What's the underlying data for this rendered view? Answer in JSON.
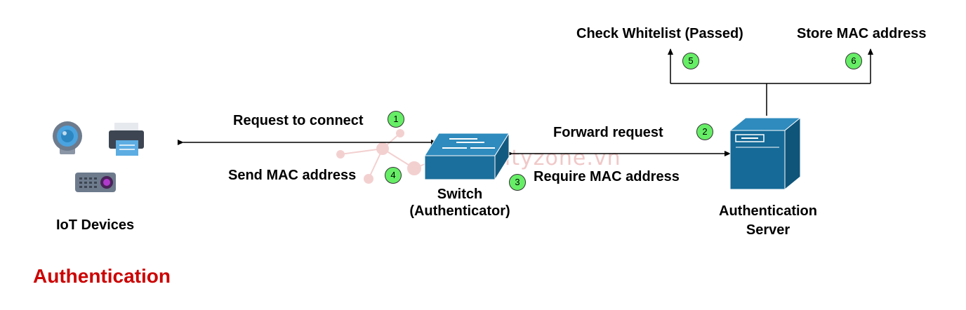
{
  "watermark": "securityzone.vn",
  "title": "Authentication",
  "nodes": {
    "iot": "IoT Devices",
    "switch_line1": "Switch",
    "switch_line2": "(Authenticator)",
    "server_line1": "Authentication",
    "server_line2": "Server"
  },
  "steps": [
    {
      "n": "1",
      "label": "Request to connect"
    },
    {
      "n": "2",
      "label": "Forward request"
    },
    {
      "n": "3",
      "label": "Require MAC address"
    },
    {
      "n": "4",
      "label": "Send MAC address"
    },
    {
      "n": "5",
      "label": "Check Whitelist (Passed)"
    },
    {
      "n": "6",
      "label": "Store MAC address"
    }
  ],
  "colors": {
    "switch": "#1b6f9c",
    "server": "#156a97",
    "step_badge": "#66ee66",
    "title": "#cc0000",
    "watermark": "#f0c8c8"
  },
  "icons": [
    "webcam-icon",
    "printer-icon",
    "projector-icon",
    "network-switch-icon",
    "server-icon"
  ]
}
